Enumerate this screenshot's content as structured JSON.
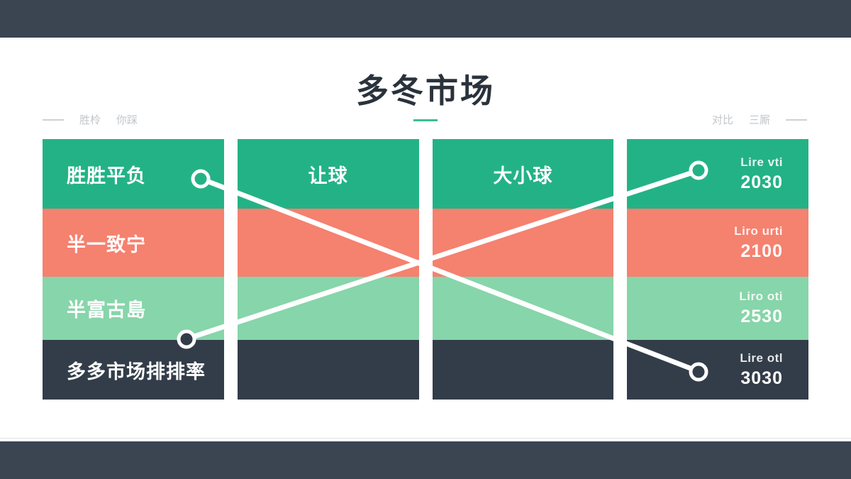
{
  "title": {
    "text": "多冬市场"
  },
  "legend_left": {
    "item1": "胜柃",
    "item2": "你踩"
  },
  "legend_right": {
    "item1": "对比",
    "item2": "三厮"
  },
  "columns": [
    {
      "rows": [
        {
          "text": "胜胜平负"
        },
        {
          "text": "半一致宁"
        },
        {
          "text": "半富古島"
        },
        {
          "text": "多多市场排排率"
        }
      ]
    },
    {
      "rows": [
        {
          "text": "让球"
        },
        {
          "text": ""
        },
        {
          "text": ""
        },
        {
          "text": ""
        }
      ]
    },
    {
      "rows": [
        {
          "text": "大小球"
        },
        {
          "text": ""
        },
        {
          "text": ""
        },
        {
          "text": ""
        }
      ]
    },
    {
      "rows": [
        {
          "label": "Lire vti",
          "value": "2030"
        },
        {
          "label": "Liro urti",
          "value": "2100"
        },
        {
          "label": "Liro oti",
          "value": "2530"
        },
        {
          "label": "Lire otl",
          "value": "3030"
        }
      ]
    }
  ],
  "colors": {
    "bar": "#3a4551",
    "dark": "#333d49",
    "green": "#23b286",
    "salmon": "#f5816f",
    "lightgreen": "#87d5aa",
    "title": "#2a323c",
    "muted": "#c2c6ca",
    "accent": "#3dbd94"
  }
}
